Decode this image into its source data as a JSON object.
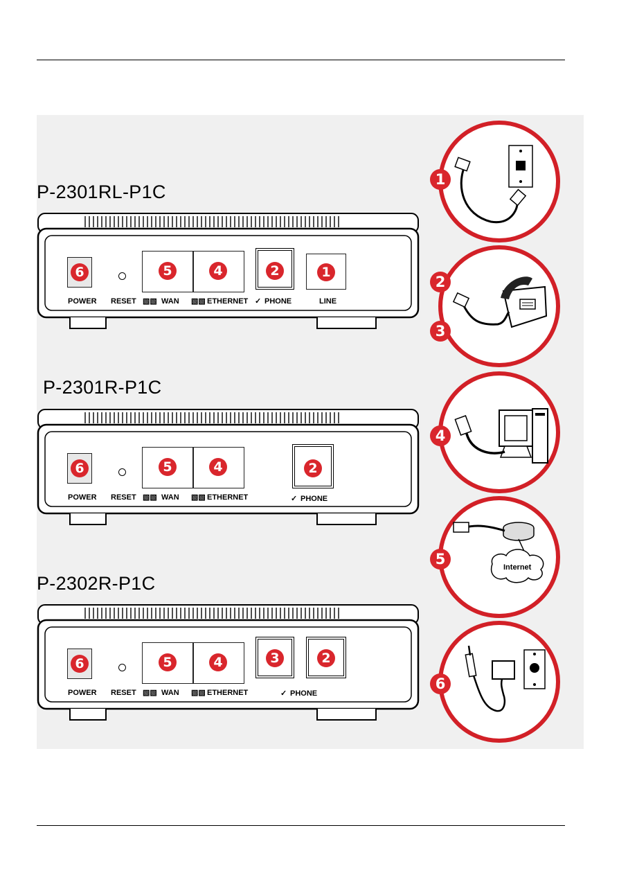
{
  "models": [
    {
      "title": "P-2301RL-P1C"
    },
    {
      "title": "P-2301R-P1C"
    },
    {
      "title": "P-2302R-P1C"
    }
  ],
  "labels": {
    "power": "POWER",
    "reset": "RESET",
    "wan": "WAN",
    "ethernet": "ETHERNET",
    "phone": "PHONE",
    "line": "LINE"
  },
  "numbers": {
    "n1": "1",
    "n2": "2",
    "n3": "3",
    "n4": "4",
    "n5": "5",
    "n6": "6"
  },
  "internet_label": "Internet",
  "colors": {
    "accent_red": "#d22027",
    "figure_bg": "#f0f0f0"
  },
  "icons": [
    "network-port-icon",
    "phone-handset-icon",
    "phone-cable-icon",
    "wall-jack-icon",
    "telephone-icon",
    "computer-icon",
    "ethernet-cable-icon",
    "router-icon",
    "cloud-icon",
    "power-adapter-icon",
    "power-outlet-icon"
  ]
}
